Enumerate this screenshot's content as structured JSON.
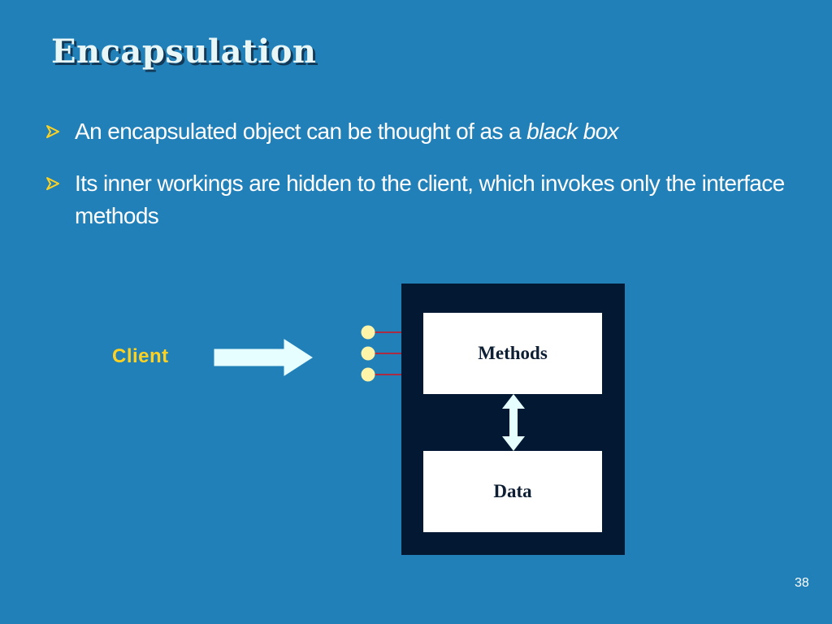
{
  "slide": {
    "title": "Encapsulation",
    "page_number": "38"
  },
  "bullets": [
    {
      "text": "An encapsulated object can be thought of as a ",
      "emphasis": "black box"
    },
    {
      "text": "Its inner workings are hidden to the client, which invokes only the interface methods"
    }
  ],
  "diagram": {
    "client_label": "Client",
    "methods_label": "Methods",
    "data_label": "Data"
  },
  "icons": {
    "bullet": "arrowhead-bullet-icon",
    "client_arrow": "right-arrow-icon",
    "interface_dots": "interface-dot-icon",
    "updown": "up-down-arrow-icon"
  },
  "colors": {
    "background": "#2280b9",
    "title": "#e8f6f6",
    "client": "#ffd21f",
    "black_box": "#031833",
    "arrow": "#e6feff",
    "dots": "#fff4a8",
    "connector_lines": "#d8111e"
  }
}
